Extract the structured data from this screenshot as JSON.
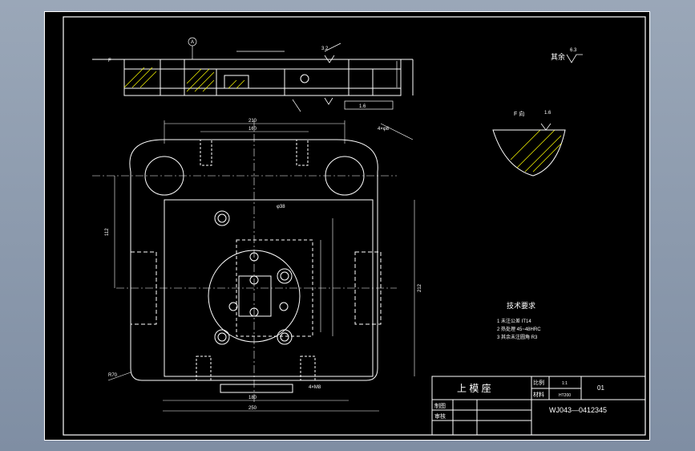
{
  "drawing": {
    "title": "上 模 座",
    "drawing_number": "WJ043—0412345",
    "scale_label": "比例",
    "scale_value": "1:1",
    "material_label": "材料",
    "material_value": "HT200",
    "part_no": "01",
    "designer_label": "制图",
    "checker_label": "审核",
    "finish_note": "其余",
    "finish_value": "6.3"
  },
  "technical_requirements": {
    "heading": "技术要求",
    "items": [
      "1 未注公差 IT14",
      "2 热处理 45~48HRC",
      "3 其余未注圆角 R3"
    ]
  },
  "annotations": {
    "section_label": "F 向",
    "top_width": "210",
    "inner_width": "160",
    "bottom_width_1": "180",
    "bottom_width_2": "250",
    "left_height": "112",
    "right_height": "212",
    "roughness_1": "3.2",
    "roughness_2": "1.6",
    "roughness_3": "6.3",
    "hole_note": "4×φ8",
    "bore_note": "φ38",
    "radius_note": "R70",
    "bottom_note": "4×M8"
  },
  "colors": {
    "background": "#000000",
    "frame": "#ffffff",
    "line": "#ffffff",
    "accent": "#ffff00",
    "hatch": "#ffff00"
  }
}
